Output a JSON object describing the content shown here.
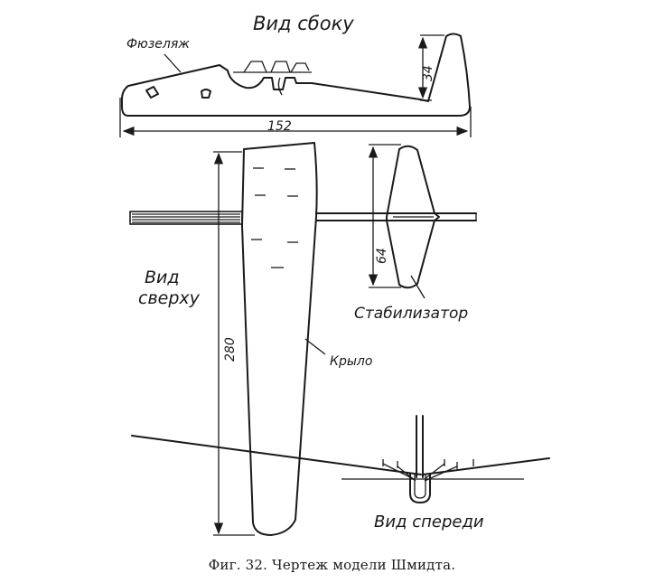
{
  "figure": {
    "caption": "Фиг. 32. Чертеж модели Шмидта."
  },
  "views": {
    "side_title": "Вид сбоку",
    "top_title_line1": "Вид",
    "top_title_line2": "сверху",
    "front_title": "Вид спереди"
  },
  "parts": {
    "fuselage": "Фюзеляж",
    "stabilizer": "Стабилизатор",
    "wing": "Крыло"
  },
  "dimensions": {
    "total_length": "152",
    "fin_height": "34",
    "stab_span": "64",
    "wing_span": "280"
  }
}
